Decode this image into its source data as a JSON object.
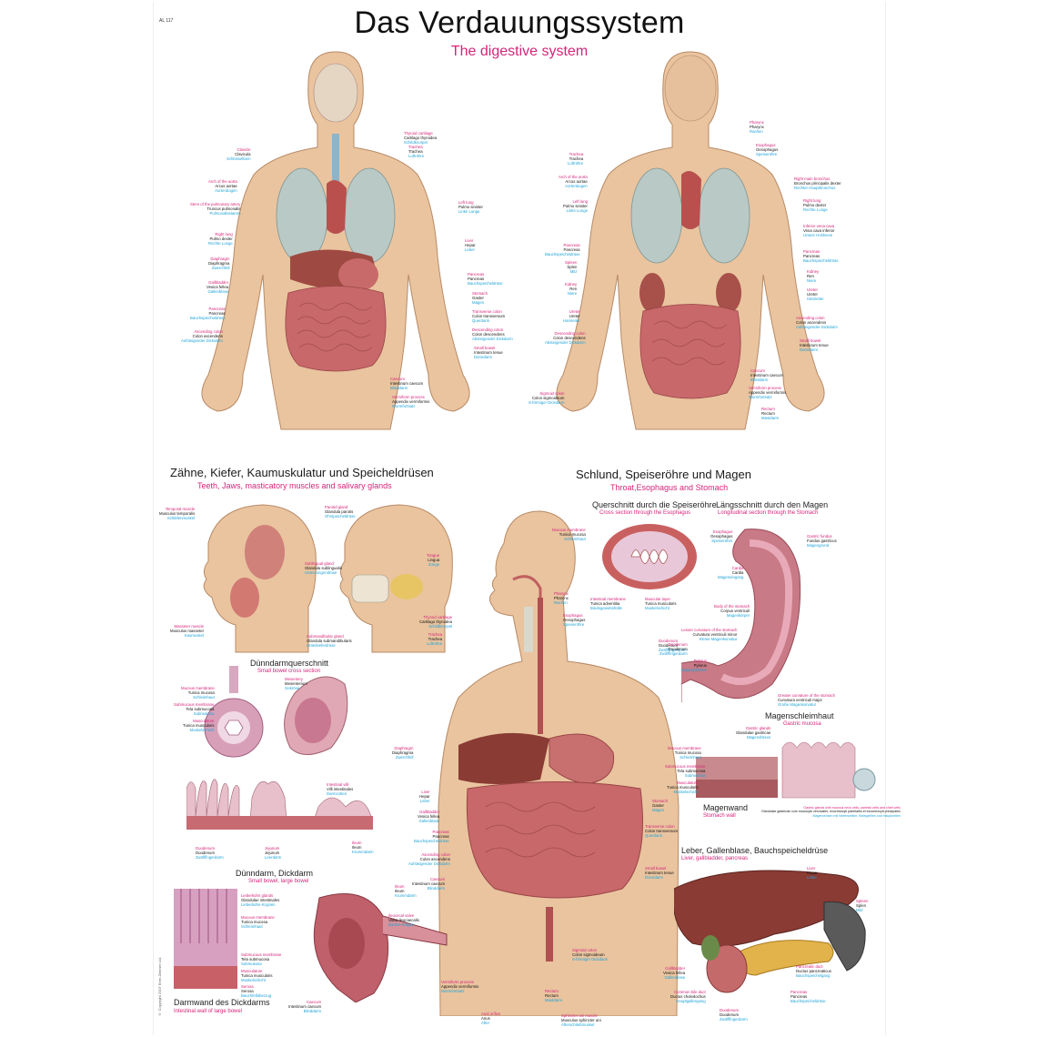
{
  "poster": {
    "code": "AL 117",
    "title": "Das Verdauungssystem",
    "subtitle": "The digestive system",
    "copyright": "© Copyright 2007 Erler-Zimmer Ltd."
  },
  "colors": {
    "title": "#111111",
    "english": "#d6247a",
    "latin": "#111111",
    "german": "#1ea3d8",
    "skin": "#e9c49f",
    "organ": "#c8686a",
    "lung": "#b9c9c6",
    "liver": "#8a3b34"
  },
  "sections": {
    "teeth": {
      "title": "Zähne, Kiefer, Kaumuskulatur und Speicheldrüsen",
      "subtitle": "Teeth, Jaws, masticatory muscles and salivary glands"
    },
    "throat": {
      "title": "Schlund, Speiseröhre und Magen",
      "subtitle": "Throat,Esophagus and Stomach"
    },
    "esophagus_cross": {
      "title": "Querschnitt durch die Speiseröhre",
      "subtitle": "Cross section through the Esophagus"
    },
    "stomach_long": {
      "title": "Längsschnitt durch den Magen",
      "subtitle": "Longitudinal section through the Stomach"
    },
    "small_bowel_cross": {
      "title": "Dünndarmquerschnitt",
      "subtitle": "Small bowel cross section"
    },
    "gastric_mucosa": {
      "title": "Magenschleimhaut",
      "subtitle": "Gastric mucosa"
    },
    "stomach_wall": {
      "title": "Magenwand",
      "subtitle": "Stomach wall"
    },
    "bowel": {
      "title": "Dünndarm, Dickdarm",
      "subtitle": "Small bowel, large bowel"
    },
    "liver": {
      "title": "Leber, Gallenblase, Bauchspeicheldrüse",
      "subtitle": "Liver, gallbladder, pancreas"
    },
    "colon_wall": {
      "title": "Darmwand des Dickdarms",
      "subtitle": "Intestinal wall of large bowel"
    }
  },
  "labels": {
    "front_left": [
      {
        "en": "Clavicle",
        "la": "Clavicula",
        "de": "Schlüsselbein"
      },
      {
        "en": "Arch of the aorta",
        "la": "Arcus aortae",
        "de": "Aortenbogen"
      },
      {
        "en": "Stem of the pulmonary artery",
        "la": "Truncus pulmonalis",
        "de": "Pulmonalisstamm"
      },
      {
        "en": "Right lung",
        "la": "Pulmo dexter",
        "de": "Rechte Lunge"
      },
      {
        "en": "Diaphragm",
        "la": "Diaphragma",
        "de": "Zwerchfell"
      },
      {
        "en": "Gallbladder",
        "la": "Vesica fellea",
        "de": "Gallenblase"
      },
      {
        "en": "Pancreas",
        "la": "Pancreas",
        "de": "Bauchspeicheldrüse"
      },
      {
        "en": "Ascending colon",
        "la": "Colon ascendens",
        "de": "Aufsteigender Dickdarm"
      },
      {
        "en": "Caecum",
        "la": "Intestinum caecum",
        "de": "Blinddarm"
      },
      {
        "en": "Vermiform process",
        "la": "Appendix vermiformis",
        "de": "Wurmfortsatz"
      }
    ],
    "front_right": [
      {
        "en": "Thyroid cartilage",
        "la": "Cartilago thyroidea",
        "de": "Schildknorpel"
      },
      {
        "en": "Trachea",
        "la": "Trachea",
        "de": "Luftröhre"
      },
      {
        "en": "Left lung",
        "la": "Pulmo sinister",
        "de": "Linke Lunge"
      },
      {
        "en": "Liver",
        "la": "Hepar",
        "de": "Leber"
      },
      {
        "en": "Pancreas",
        "la": "Pancreas",
        "de": "Bauchspeicheldrüse"
      },
      {
        "en": "Stomach",
        "la": "Gaster",
        "de": "Magen"
      },
      {
        "en": "Transverse colon",
        "la": "Colon transversum",
        "de": "Querdarm"
      },
      {
        "en": "Descending colon",
        "la": "Colon descendens",
        "de": "Absteigender Dickdarm"
      },
      {
        "en": "Small bowel",
        "la": "Intestinum tenue",
        "de": "Dünndarm"
      }
    ],
    "back_left": [
      {
        "en": "Trachea",
        "la": "Trachea",
        "de": "Luftröhre"
      },
      {
        "en": "Arch of the aorta",
        "la": "Arcus aortae",
        "de": "Aortenbogen"
      },
      {
        "en": "Left lung",
        "la": "Pulmo sinister",
        "de": "Linke Lunge"
      },
      {
        "en": "Pancreas",
        "la": "Pancreas",
        "de": "Bauchspeicheldrüse"
      },
      {
        "en": "Spleen",
        "la": "Splen",
        "de": "Milz"
      },
      {
        "en": "Kidney",
        "la": "Ren",
        "de": "Niere"
      },
      {
        "en": "Ureter",
        "la": "Ureter",
        "de": "Harnleiter"
      },
      {
        "en": "Descending colon",
        "la": "Colon descendens",
        "de": "Absteigender Dickdarm"
      },
      {
        "en": "Sigmoid colon",
        "la": "Colon sigmoideum",
        "de": "S-förmiger Dickdarm"
      }
    ],
    "back_right": [
      {
        "en": "Pharynx",
        "la": "Pharynx",
        "de": "Rachen"
      },
      {
        "en": "Esophagus",
        "la": "Oesophagus",
        "de": "Speiseröhre"
      },
      {
        "en": "Right main bronchus",
        "la": "Bronchus principalis dexter",
        "de": "Rechter Hauptbronchus"
      },
      {
        "en": "Right lung",
        "la": "Pulmo dexter",
        "de": "Rechte Lunge"
      },
      {
        "en": "Inferior vena cava",
        "la": "Vena cava inferior",
        "de": "Untere Hohlvene"
      },
      {
        "en": "Pancreas",
        "la": "Pancreas",
        "de": "Bauchspeicheldrüse"
      },
      {
        "en": "Kidney",
        "la": "Ren",
        "de": "Niere"
      },
      {
        "en": "Ureter",
        "la": "Ureter",
        "de": "Harnleiter"
      },
      {
        "en": "Ascending colon",
        "la": "Colon ascendens",
        "de": "Aufsteigender Dickdarm"
      },
      {
        "en": "Small bowel",
        "la": "Intestinum tenue",
        "de": "Dünndarm"
      },
      {
        "en": "Caecum",
        "la": "Intestinum caecum",
        "de": "Blinddarm"
      },
      {
        "en": "Vermiform process",
        "la": "Appendix vermiformis",
        "de": "Wurmfortsatz"
      },
      {
        "en": "Rectum",
        "la": "Rectum",
        "de": "Mastdarm"
      }
    ],
    "torso": [
      {
        "en": "Tongue",
        "la": "Lingua",
        "de": "Zunge"
      },
      {
        "en": "Thyroid cartilage",
        "la": "Cartilago thyroidea",
        "de": "Schildknorpel"
      },
      {
        "en": "Trachea",
        "la": "Trachea",
        "de": "Luftröhre"
      },
      {
        "en": "Pharynx",
        "la": "Pharynx",
        "de": "Rachen"
      },
      {
        "en": "Esophagus",
        "la": "Oesophagus",
        "de": "Speiseröhre"
      },
      {
        "en": "Diaphragm",
        "la": "Diaphragma",
        "de": "Zwerchfell"
      },
      {
        "en": "Duodenum",
        "la": "Duodenum",
        "de": "Zwölffingerdarm"
      },
      {
        "en": "Liver",
        "la": "Hepar",
        "de": "Leber"
      },
      {
        "en": "Gallbladder",
        "la": "Vesica fellea",
        "de": "Gallenblase"
      },
      {
        "en": "Pancreas",
        "la": "Pancreas",
        "de": "Bauchspeicheldrüse"
      },
      {
        "en": "Stomach",
        "la": "Gaster",
        "de": "Magen"
      },
      {
        "en": "Transverse colon",
        "la": "Colon transversum",
        "de": "Querdarm"
      },
      {
        "en": "Small bowel",
        "la": "Intestinum tenue",
        "de": "Dünndarm"
      },
      {
        "en": "Ascending colon",
        "la": "Colon ascendens",
        "de": "Aufsteigender Dickdarm"
      },
      {
        "en": "Caecum",
        "la": "Intestinum caecum",
        "de": "Blinddarm"
      },
      {
        "en": "Vermiform process",
        "la": "Appendix vermiformis",
        "de": "Wurmfortsatz"
      },
      {
        "en": "Rectum",
        "la": "Rectum",
        "de": "Mastdarm"
      },
      {
        "en": "Anal orifice",
        "la": "Anus",
        "de": "After"
      },
      {
        "en": "Sigmoid colon",
        "la": "Colon sigmoideum",
        "de": "S-förmiger Dickdarm"
      },
      {
        "en": "Sphincter ani muscle",
        "la": "Musculus sphincter ani",
        "de": "Afterschließmuskel"
      }
    ],
    "head": [
      {
        "en": "Temporal muscle",
        "la": "Musculus temporalis",
        "de": "Schläfenmuskel"
      },
      {
        "en": "Masseter muscle",
        "la": "Musculus masseter",
        "de": "Kaumuskel"
      },
      {
        "en": "Parotid gland",
        "la": "Glandula parotis",
        "de": "Ohrspeicheldrüse"
      },
      {
        "en": "Sublingual gland",
        "la": "Glandula sublingualis",
        "de": "Unterzungendrüse"
      },
      {
        "en": "Submandibular gland",
        "la": "Glandula submandibularis",
        "de": "Unterkieferdrüse"
      }
    ],
    "esophagus": [
      {
        "en": "Mucous membrane",
        "la": "Tunica mucosa",
        "de": "Schleimhaut"
      },
      {
        "en": "Intestinal membrane",
        "la": "Tunica adventitia",
        "de": "Bindegewebshülle"
      },
      {
        "en": "Muscular layer",
        "la": "Tunica muscularis",
        "de": "Muskelschicht"
      }
    ],
    "stomach": [
      {
        "en": "Gastric fundus",
        "la": "Fundus gastricus",
        "de": "Magengrund"
      },
      {
        "en": "Esophagus",
        "la": "Oesophagus",
        "de": "Speiseröhre"
      },
      {
        "en": "Cardia",
        "la": "Cardia",
        "de": "Mageneingang"
      },
      {
        "en": "Body of the stomach",
        "la": "Corpus ventriculi",
        "de": "Magenkörper"
      },
      {
        "en": "Lesser curvature of the stomach",
        "la": "Curvatura ventriculi minor",
        "de": "Kleine Magenkurvatur"
      },
      {
        "en": "Duodenum",
        "la": "Duodenum",
        "de": "Zwölffingerdarm"
      },
      {
        "en": "Pylorus",
        "la": "Pylorus",
        "de": "Magenpförtner"
      },
      {
        "en": "Greater curvature of the stomach",
        "la": "Curvatura ventriculi major",
        "de": "Große Magenkurvatur"
      }
    ],
    "mucosa": [
      {
        "en": "Gastric glands",
        "la": "Glandulae gastricae",
        "de": "Magendrüsen"
      },
      {
        "en": "Mucous membrane",
        "la": "Tunica mucosa",
        "de": "Schleimhaut"
      },
      {
        "en": "Submucous membrane",
        "la": "Tela submucosa",
        "de": "Submukosa"
      },
      {
        "en": "Musculature",
        "la": "Tunica muscularis",
        "de": "Muskelschicht"
      },
      {
        "en": "Gastric glands with mucous neck cells, parietal cells and chief cells",
        "la": "Glandulae gastricae cum mucocyte cervicales, exocrinocyti parietales et exocrinocyti principales",
        "de": "Magendrüsen mit Nebenzellen, Belegzellen und Hauptzellen"
      }
    ],
    "small_bowel": [
      {
        "en": "Mesentery",
        "la": "Mesenterium",
        "de": "Gekröse"
      },
      {
        "en": "Mucous membrane",
        "la": "Tunica mucosa",
        "de": "Schleimhaut"
      },
      {
        "en": "Submucous membrane",
        "la": "Tela submucosa",
        "de": "Submukosa"
      },
      {
        "en": "Musculature",
        "la": "Tunica muscularis",
        "de": "Muskelschicht"
      },
      {
        "en": "Intestinal villi",
        "la": "Villi intestinales",
        "de": "Darmzotten"
      },
      {
        "en": "Duodenum",
        "la": "Duodenum",
        "de": "Zwölffingerdarm"
      },
      {
        "en": "Jejunum",
        "la": "Jejunum",
        "de": "Leerdarm"
      },
      {
        "en": "Ileum",
        "la": "Ileum",
        "de": "Krummdarm"
      }
    ],
    "large_bowel": [
      {
        "en": "Lieberkühn glands",
        "la": "Glandulae intestinales",
        "de": "Lieberkühn-Krypten"
      },
      {
        "en": "Mucous membrane",
        "la": "Tunica mucosa",
        "de": "Schleimhaut"
      },
      {
        "en": "Submucous membrane",
        "la": "Tela submucosa",
        "de": "Submukosa"
      },
      {
        "en": "Musculature",
        "la": "Tunica muscularis",
        "de": "Muskelschicht"
      },
      {
        "en": "Serosa",
        "la": "Serosa",
        "de": "Bauchfellüberzug"
      },
      {
        "en": "Ileocecal valve",
        "la": "Valva ileocaecalis",
        "de": "Bauhin-Klappe"
      },
      {
        "en": "Ileum",
        "la": "Ileum",
        "de": "Krummdarm"
      },
      {
        "en": "Caecum",
        "la": "Intestinum caecum",
        "de": "Blinddarm"
      }
    ],
    "liver": [
      {
        "en": "Liver",
        "la": "Hepar",
        "de": "Leber"
      },
      {
        "en": "Spleen",
        "la": "Splen",
        "de": "Milz"
      },
      {
        "en": "Gallbladder",
        "la": "Vesica fellea",
        "de": "Gallenblase"
      },
      {
        "en": "Common bile duct",
        "la": "Ductus choledochus",
        "de": "Hauptgallengang"
      },
      {
        "en": "Duodenum",
        "la": "Duodenum",
        "de": "Zwölffingerdarm"
      },
      {
        "en": "Pancreatic duct",
        "la": "Ductus pancreaticus",
        "de": "Bauchspeichelgang"
      },
      {
        "en": "Pancreas",
        "la": "Pancreas",
        "de": "Bauchspeicheldrüse"
      }
    ]
  }
}
